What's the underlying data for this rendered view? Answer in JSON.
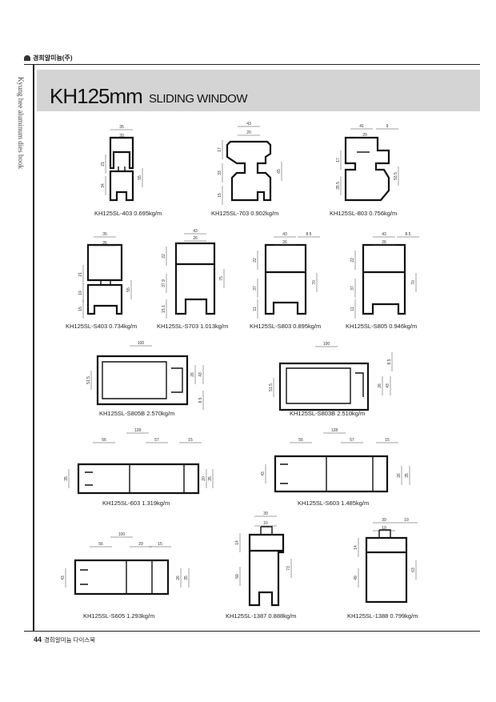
{
  "header": {
    "company": "경희알미늄(주)",
    "side_text": "Kyung hee aluminum dies book"
  },
  "title": {
    "main": "KH125mm",
    "sub": "SLIDING WINDOW"
  },
  "profiles": [
    {
      "code": "KH125SL-403",
      "weight": "0.695kg/m",
      "dims": [
        "35",
        "20",
        "21",
        "34",
        "55"
      ]
    },
    {
      "code": "KH125SL-703",
      "weight": "0.902kg/m",
      "dims": [
        "43",
        "20",
        "17",
        "33",
        "15",
        "65"
      ]
    },
    {
      "code": "KH125SL-803",
      "weight": "0.756kg/m",
      "dims": [
        "41",
        "9",
        "20",
        "17",
        "35.5",
        "53.5"
      ]
    },
    {
      "code": "KH125SL-S403",
      "weight": "0.734kg/m",
      "dims": [
        "35",
        "26",
        "21",
        "19",
        "15",
        "55"
      ]
    },
    {
      "code": "KH125SL-S703",
      "weight": "1.013kg/m",
      "dims": [
        "43",
        "26",
        "22",
        "37.9",
        "15.1",
        "75"
      ]
    },
    {
      "code": "KH125SL-S803",
      "weight": "0.895kg/m",
      "dims": [
        "43",
        "8.5",
        "26",
        "22",
        "37",
        "11",
        "70"
      ]
    },
    {
      "code": "KH125SL-S805",
      "weight": "0.946kg/m",
      "dims": [
        "43",
        "8.5",
        "26",
        "22",
        "37",
        "11",
        "70"
      ]
    },
    {
      "code": "KH125SL-S805B",
      "weight": "2.570kg/m",
      "dims": [
        "100",
        "51.5",
        "26",
        "43",
        "8.5"
      ]
    },
    {
      "code": "KH125SL-S803B",
      "weight": "2.510kg/m",
      "dims": [
        "100",
        "51.5",
        "8.5",
        "26",
        "43"
      ]
    },
    {
      "code": "KH125SL-603",
      "weight": "1.319kg/m",
      "dims": [
        "128",
        "56",
        "57",
        "15",
        "35",
        "20",
        "35"
      ]
    },
    {
      "code": "KH125SL-S603",
      "weight": "1.485kg/m",
      "dims": [
        "128",
        "56",
        "57",
        "15",
        "43",
        "26",
        "35"
      ]
    },
    {
      "code": "KH125SL-S605",
      "weight": "1.293kg/m",
      "dims": [
        "100",
        "56",
        "29",
        "15",
        "43",
        "26",
        "35"
      ]
    },
    {
      "code": "KH125SL-1387",
      "weight": "0.888kg/m",
      "dims": [
        "39",
        "10",
        "14",
        "59",
        "73"
      ]
    },
    {
      "code": "KH125SL-1388",
      "weight": "0.799kg/m",
      "dims": [
        "39",
        "10",
        "10",
        "14",
        "49",
        "63"
      ]
    }
  ],
  "footer": {
    "page_number": "44",
    "book_title": "경희알미늄 다이스북"
  }
}
